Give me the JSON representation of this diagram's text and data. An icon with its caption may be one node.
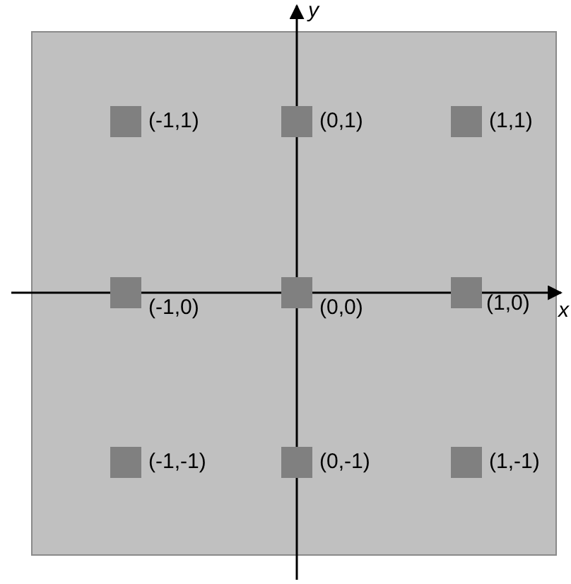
{
  "diagram": {
    "nodes": [
      {
        "text": [],
        "shape": "box",
        "beside": [
          "(-1,1)"
        ]
      },
      {
        "text": [],
        "shape": "box",
        "beside": [
          "(0,1)"
        ]
      },
      {
        "text": [],
        "shape": "box",
        "beside": [
          "(1,1)"
        ]
      },
      {
        "text": [],
        "shape": "box",
        "beside": [
          "(-1,0)"
        ]
      },
      {
        "text": [],
        "shape": "box",
        "beside": [
          "(0,0)"
        ]
      },
      {
        "text": [],
        "shape": "box",
        "beside": [
          "(1,0)"
        ]
      },
      {
        "text": [],
        "shape": "box",
        "beside": [
          "(-1,-1)"
        ]
      },
      {
        "text": [],
        "shape": "box",
        "beside": [
          "(0,-1)"
        ]
      },
      {
        "text": [],
        "shape": "box",
        "beside": [
          "(1,-1)"
        ]
      }
    ],
    "labels": [
      "y",
      "x"
    ]
  }
}
